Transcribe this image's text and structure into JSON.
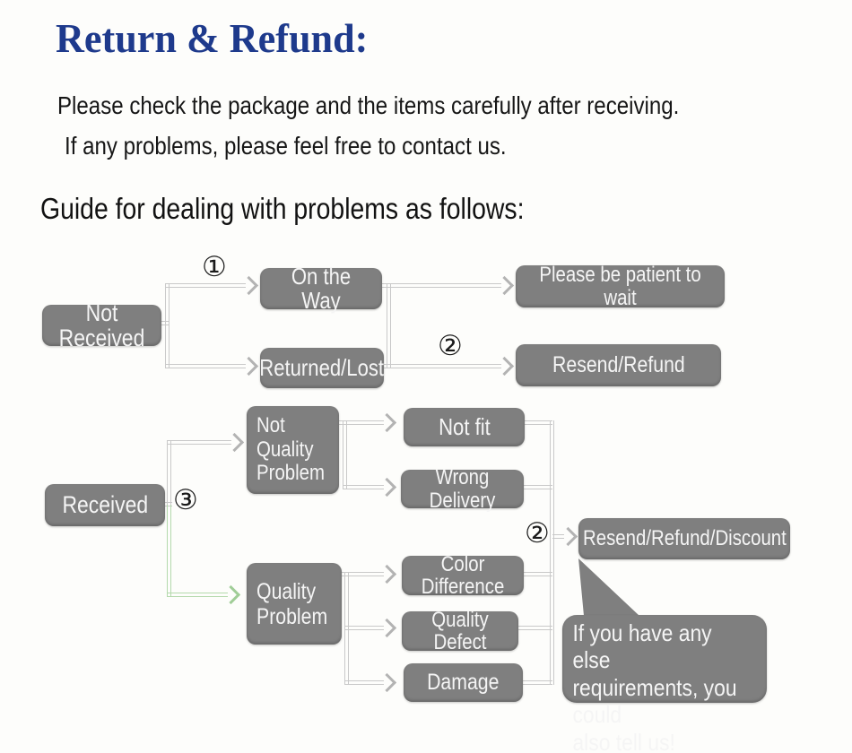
{
  "header": {
    "title": "Return & Refund:"
  },
  "intro": {
    "line1": "Please check the package and the items carefully after receiving.",
    "line2": "If any problems, please feel free to contact us.",
    "guide_heading": "Guide for dealing with problems as follows:"
  },
  "flow": {
    "steps": {
      "one": "①",
      "two": "②",
      "three": "③"
    },
    "nodes": {
      "not_received": "Not Received",
      "on_the_way": "On the Way",
      "returned_lost": "Returned/Lost",
      "please_wait": "Please be patient to wait",
      "resend_refund": "Resend/Refund",
      "received": "Received",
      "not_quality_problem": "Not\nQuality\nProblem",
      "not_fit": "Not fit",
      "wrong_delivery": "Wrong Delivery",
      "quality_problem": "Quality\nProblem",
      "color_difference": "Color Difference",
      "quality_defect": "Quality Defect",
      "damage": "Damage",
      "resend_refund_discount": "Resend/Refund/Discount"
    },
    "note": "If you have any else\nrequirements, you could\nalso tell us!"
  },
  "colors": {
    "title_blue": "#1e3a8c",
    "node_gray": "#7f7f7f",
    "connector_gray": "#c9c9c9",
    "connector_green": "#b4d9ac",
    "node_text": "#f5f5f5"
  }
}
